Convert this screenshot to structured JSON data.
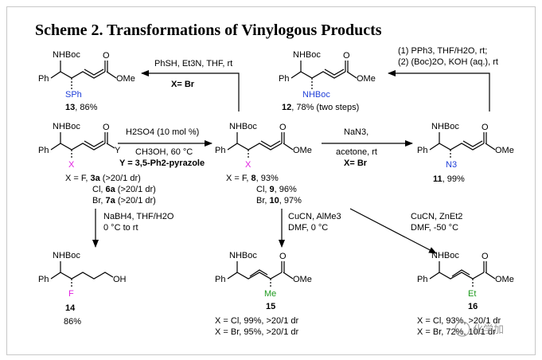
{
  "title": "Scheme 2. Transformations of Vinylogous Products",
  "common": {
    "nhboc": "NHBoc",
    "ph": "Ph",
    "o": "O",
    "ome": "OMe"
  },
  "start": {
    "x_label": "X",
    "y_label": "Y",
    "line1_pre": "X = F, ",
    "line1_num": "3a",
    "line1_post": " (>20/1 dr)",
    "line2_pre": "Cl, ",
    "line2_num": "6a",
    "line2_post": " (>20/1 dr)",
    "line3_pre": "Br, ",
    "line3_num": "7a",
    "line3_post": " (>20/1 dr)"
  },
  "rxn_acid": {
    "line1": "H2SO4 (10 mol %)",
    "line2": "CH3OH, 60 °C",
    "line3": "Y = 3,5-Ph2-pyrazole"
  },
  "center": {
    "x_label": "X",
    "line1_pre": "X = F, ",
    "line1_num": "8",
    "line1_post": ", 93%",
    "line2_pre": "Cl, ",
    "line2_num": "9",
    "line2_post": ", 96%",
    "line3_pre": "Br, ",
    "line3_num": "10",
    "line3_post": ", 97%"
  },
  "rxn_thiol": {
    "line1": "PhSH, Et3N, THF, rt",
    "line2": "X= Br"
  },
  "p13": {
    "sub": "SPh",
    "num": "13",
    "yield": ", 86%"
  },
  "rxn_azide": {
    "line1": "NaN3,",
    "line2": "acetone, rt",
    "line3": "X= Br"
  },
  "p11": {
    "sub": "N3",
    "num": "11",
    "yield": ", 99%"
  },
  "rxn_reduce": {
    "line1": "(1) PPh3, THF/H2O, rt;",
    "line2": "(2) (Boc)2O, KOH (aq.), rt"
  },
  "p12": {
    "sub": "NHBoc",
    "num": "12",
    "yield": ", 78% (two steps)"
  },
  "rxn_nabh4": {
    "line1": "NaBH4, THF/H2O",
    "line2": "0 °C to rt"
  },
  "p14": {
    "sub": "F",
    "oh": "OH",
    "num": "14",
    "yield": "86%"
  },
  "rxn_me": {
    "line1": "CuCN, AlMe3",
    "line2": "DMF, 0 °C"
  },
  "p15": {
    "sub": "Me",
    "num": "15",
    "line1": "X = Cl, 99%, >20/1 dr",
    "line2": "X = Br, 95%, >20/1 dr"
  },
  "rxn_et": {
    "line1": "CuCN, ZnEt2",
    "line2": "DMF, -50 °C"
  },
  "p16": {
    "sub": "Et",
    "num": "16",
    "line1": "X = Cl, 93%, >20/1 dr",
    "line2": "X = Br, 72%, 10/1 dr"
  },
  "watermark": "化学加"
}
